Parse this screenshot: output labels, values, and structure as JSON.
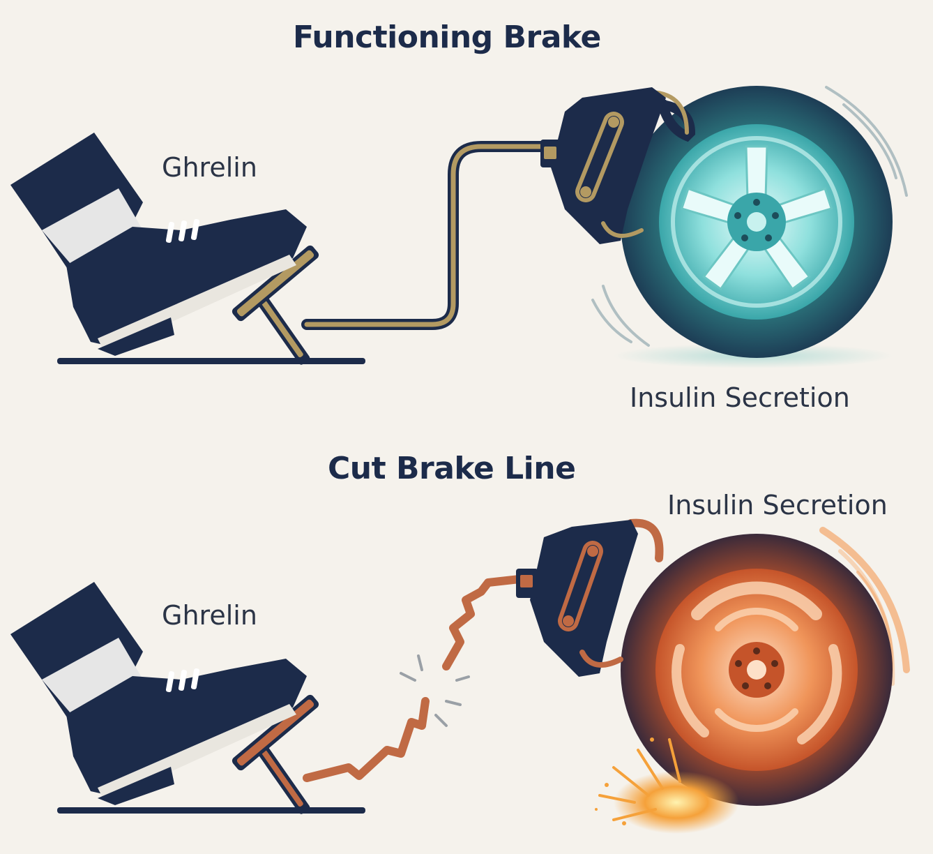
{
  "panels": {
    "functioning": {
      "title": "Functioning Brake",
      "pedal_label": "Ghrelin",
      "wheel_label": "Insulin Secretion"
    },
    "cut": {
      "title": "Cut Brake Line",
      "pedal_label": "Ghrelin",
      "wheel_label": "Insulin Secretion"
    }
  },
  "colors": {
    "background": "#f5f2ec",
    "navy": "#1c2b4a",
    "brake_line_gold": "#b39a62",
    "wheel_teal": "#5ec6c4",
    "cut_line_copper": "#c06a44",
    "wheel_orange": "#e8773a"
  }
}
